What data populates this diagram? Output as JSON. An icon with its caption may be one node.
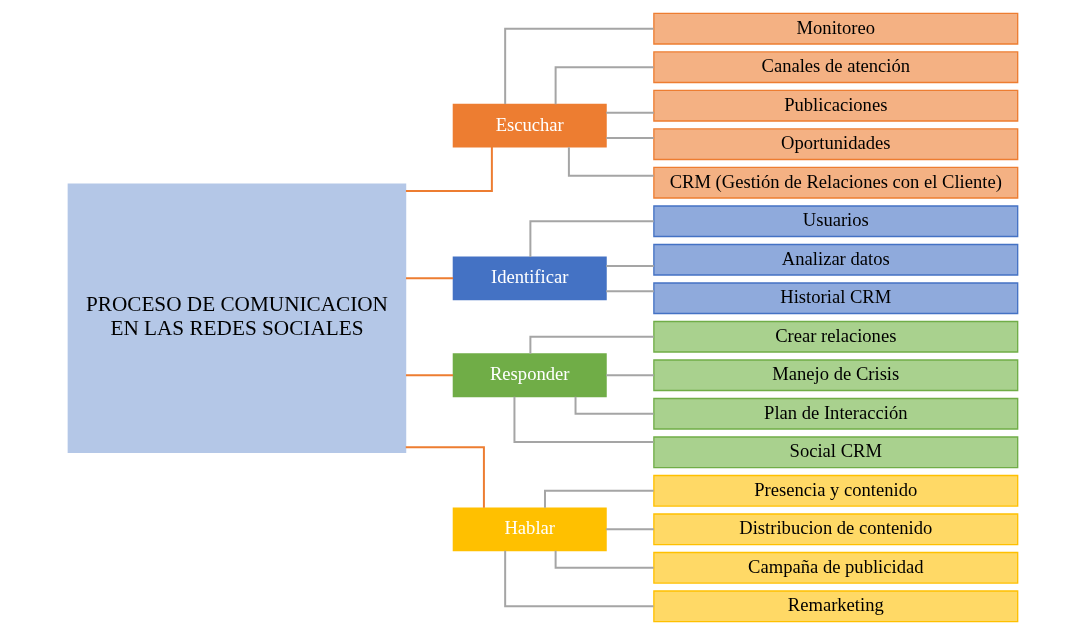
{
  "diagram": {
    "nodes": [
      {
        "text": [
          "PROCESO DE COMUNICACION EN LAS REDES SOCIALES"
        ]
      },
      {
        "text": [
          "Escuchar"
        ]
      },
      {
        "text": [
          "Monitoreo"
        ]
      },
      {
        "text": [
          "Canales de atención"
        ]
      },
      {
        "text": [
          "Publicaciones"
        ]
      },
      {
        "text": [
          "Oportunidades"
        ]
      },
      {
        "text": [
          "CRM (Gestión de Relaciones con el Cliente)"
        ]
      },
      {
        "text": [
          "Identificar"
        ]
      },
      {
        "text": [
          "Usuarios"
        ]
      },
      {
        "text": [
          "Analizar datos"
        ]
      },
      {
        "text": [
          "Historial CRM"
        ]
      },
      {
        "text": [
          "Responder"
        ]
      },
      {
        "text": [
          "Crear relaciones"
        ]
      },
      {
        "text": [
          "Manejo de Crisis"
        ]
      },
      {
        "text": [
          "Plan de Interacción"
        ]
      },
      {
        "text": [
          "Social CRM"
        ]
      },
      {
        "text": [
          "Hablar"
        ]
      },
      {
        "text": [
          "Presencia y contenido"
        ]
      },
      {
        "text": [
          "Distribucion de contenido"
        ]
      },
      {
        "text": [
          "Campaña de publicidad"
        ]
      },
      {
        "text": [
          "Remarketing"
        ]
      }
    ],
    "edges": [
      {
        "from": 0,
        "to": 1,
        "arrow": "none",
        "color": "#ed7d31"
      },
      {
        "from": 0,
        "to": 7,
        "arrow": "none",
        "color": "#ed7d31"
      },
      {
        "from": 0,
        "to": 11,
        "arrow": "none",
        "color": "#ed7d31"
      },
      {
        "from": 0,
        "to": 16,
        "arrow": "none",
        "color": "#ed7d31"
      },
      {
        "from": 1,
        "to": 2,
        "arrow": "none"
      },
      {
        "from": 1,
        "to": 3,
        "arrow": "none"
      },
      {
        "from": 1,
        "to": 4,
        "arrow": "none"
      },
      {
        "from": 1,
        "to": 5,
        "arrow": "none"
      },
      {
        "from": 1,
        "to": 6,
        "arrow": "none"
      },
      {
        "from": 7,
        "to": 8,
        "arrow": "none"
      },
      {
        "from": 7,
        "to": 9,
        "arrow": "none"
      },
      {
        "from": 7,
        "to": 10,
        "arrow": "none"
      },
      {
        "from": 11,
        "to": 12,
        "arrow": "none"
      },
      {
        "from": 11,
        "to": 13,
        "arrow": "none"
      },
      {
        "from": 11,
        "to": 14,
        "arrow": "none"
      },
      {
        "from": 11,
        "to": 15,
        "arrow": "none"
      },
      {
        "from": 16,
        "to": 17,
        "arrow": "none"
      },
      {
        "from": 16,
        "to": 18,
        "arrow": "none"
      },
      {
        "from": 16,
        "to": 19,
        "arrow": "none"
      },
      {
        "from": 16,
        "to": 20,
        "arrow": "none"
      }
    ]
  }
}
